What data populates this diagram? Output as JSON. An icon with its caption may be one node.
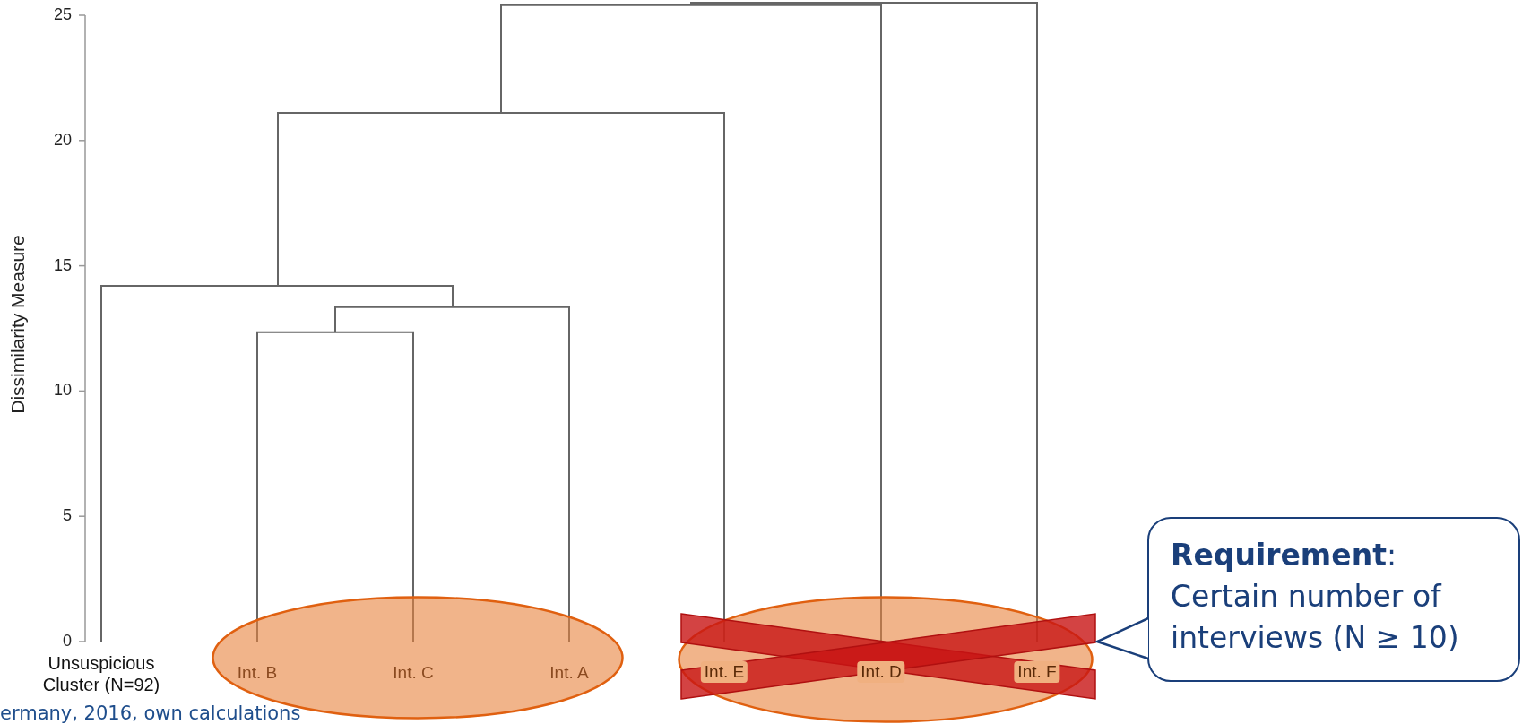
{
  "diagram": {
    "nodes": [
      {
        "text": [
          "Unsuspicious Cluster (N=92)"
        ]
      },
      {
        "text": [],
        "shape": "ellipse"
      },
      {
        "text": [
          "Int. B"
        ],
        "in": 1
      },
      {
        "text": [
          "Int. C"
        ],
        "in": 1
      },
      {
        "text": [
          "Int. A"
        ],
        "in": 1
      },
      {
        "text": [],
        "shape": "ellipse"
      },
      {
        "text": [
          "Int. E"
        ],
        "in": 5
      },
      {
        "text": [
          "Int. D"
        ],
        "in": 5
      },
      {
        "text": [
          "Int. F"
        ],
        "in": 5
      },
      {
        "text": [
          "**Requirement**: Certain number of interviews (N ≥ 10)"
        ]
      }
    ],
    "edges": [
      {
        "from": 9,
        "to": 5,
        "arrow": "to"
      }
    ],
    "labels": [
      "25",
      "20",
      "15",
      "10",
      "5",
      "0",
      "Dissimilarity Measure",
      "ermany, 2016, own calculations"
    ]
  }
}
